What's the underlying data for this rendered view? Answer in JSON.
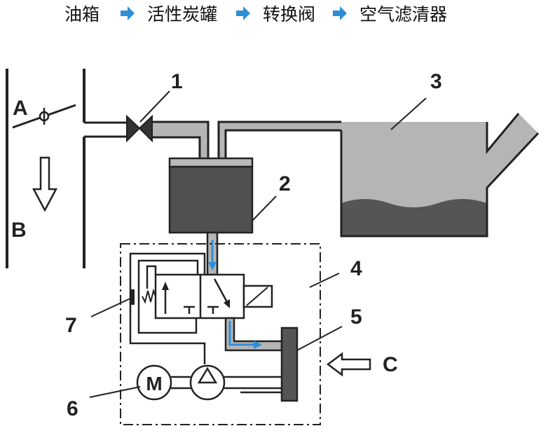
{
  "flow": {
    "steps": [
      "油箱",
      "活性炭罐",
      "转换阀",
      "空气滤清器"
    ],
    "arrow_color": "#2e8fd8"
  },
  "labels": {
    "n1": "1",
    "n2": "2",
    "n3": "3",
    "n4": "4",
    "n5": "5",
    "n6": "6",
    "n7": "7",
    "A": "A",
    "B": "B",
    "C": "C",
    "motor": "M"
  },
  "colors": {
    "pipe_fill": "#b5b5b5",
    "canister_top": "#b9b9b9",
    "canister_body": "#505050",
    "tank_vapor": "#b5b5b5",
    "tank_fuel": "#555555",
    "flow_arrow": "#2e8fd8",
    "outline": "#222222"
  },
  "icons": {
    "flow_arrow": "right-arrow-icon",
    "direction_down": "down-arrow-icon",
    "direction_left": "left-arrow-icon"
  }
}
